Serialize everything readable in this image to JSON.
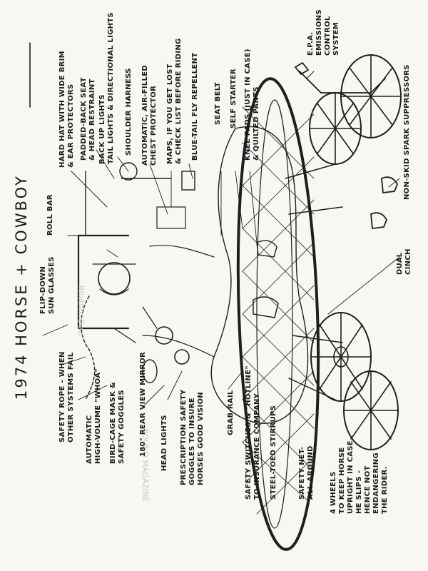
{
  "title": "1974 HORSE + COWBOY",
  "labels": {
    "safety_rope": [
      "SAFETY ROPE - WHEN",
      "OTHER SYSTEMS FAIL"
    ],
    "whoa": [
      "AUTOMATIC",
      "HIGH-VOLUME \"WHOA\""
    ],
    "bird_cage": [
      "BIRD-CAGE MASK &",
      "SAFETY GOGGLES"
    ],
    "rear_view": [
      "180° REAR VIEW MIRROR"
    ],
    "head_lights": [
      "HEAD LIGHTS"
    ],
    "prescription": [
      "PRESCRIPTION SAFETY",
      "GOGGLES TO INSURE",
      "HORSES GOOD VISION"
    ],
    "grab_rail": [
      "GRAB-RAIL"
    ],
    "safety_switches": [
      "SAFETY SWITCHES & \"HOTLINE\"",
      "TO INSURANCE COMPANY"
    ],
    "steel_toed": [
      "STEEL-TOED STIRRUPS"
    ],
    "safety_net": [
      "SAFETY NET-",
      "ALL AROUND"
    ],
    "four_wheels": [
      "4 WHEELS",
      "TO KEEP HORSE",
      "UPRIGHT IN CASE",
      "HE SLIPS -",
      "HENCE NOT",
      "ENDANGERING",
      "THE RIDER."
    ],
    "flip_down": [
      "FLIP-DOWN",
      "SUN GLASSES"
    ],
    "roll_bar": [
      "ROLL BAR"
    ],
    "hard_hat": [
      "HARD HAT WITH WIDE BRIM",
      "& EAR PROTECTORS"
    ],
    "padded_back": [
      "PADDED-BACK SEAT",
      "& HEAD RESTRAINT"
    ],
    "back_up": [
      "BACK UP LIGHTS",
      "TAIL LIGHTS & DIRECTIONAL LIGHTS"
    ],
    "shoulder": [
      "SHOULDER HARNESS"
    ],
    "air_filled": [
      "AUTOMATIC, AIR-FILLED",
      "CHEST PROTECTOR"
    ],
    "maps": [
      "MAPS, IF YOU GET LOST",
      "& CHECK LIST BEFORE RIDING"
    ],
    "fly_repellent": [
      "BLUE-TAIL FLY REPELLENT"
    ],
    "seat_belt": [
      "SEAT BELT"
    ],
    "self_starter": [
      "SELF STARTER"
    ],
    "knee_pads": [
      "KNEE PADS (JUST IN CASE)",
      "& QUILTED PANTS"
    ],
    "dual_cinch": [
      "DUAL",
      "CINCH"
    ],
    "spark": [
      "NON-SKID SPARK SUPPRESSORS"
    ],
    "epa": [
      "E.P.A.",
      "EMISSIONS",
      "CONTROL",
      "SYSTEM"
    ]
  },
  "bleed_through": [
    "Rhythm Deal",
    "ROUND MAGAZINE"
  ]
}
